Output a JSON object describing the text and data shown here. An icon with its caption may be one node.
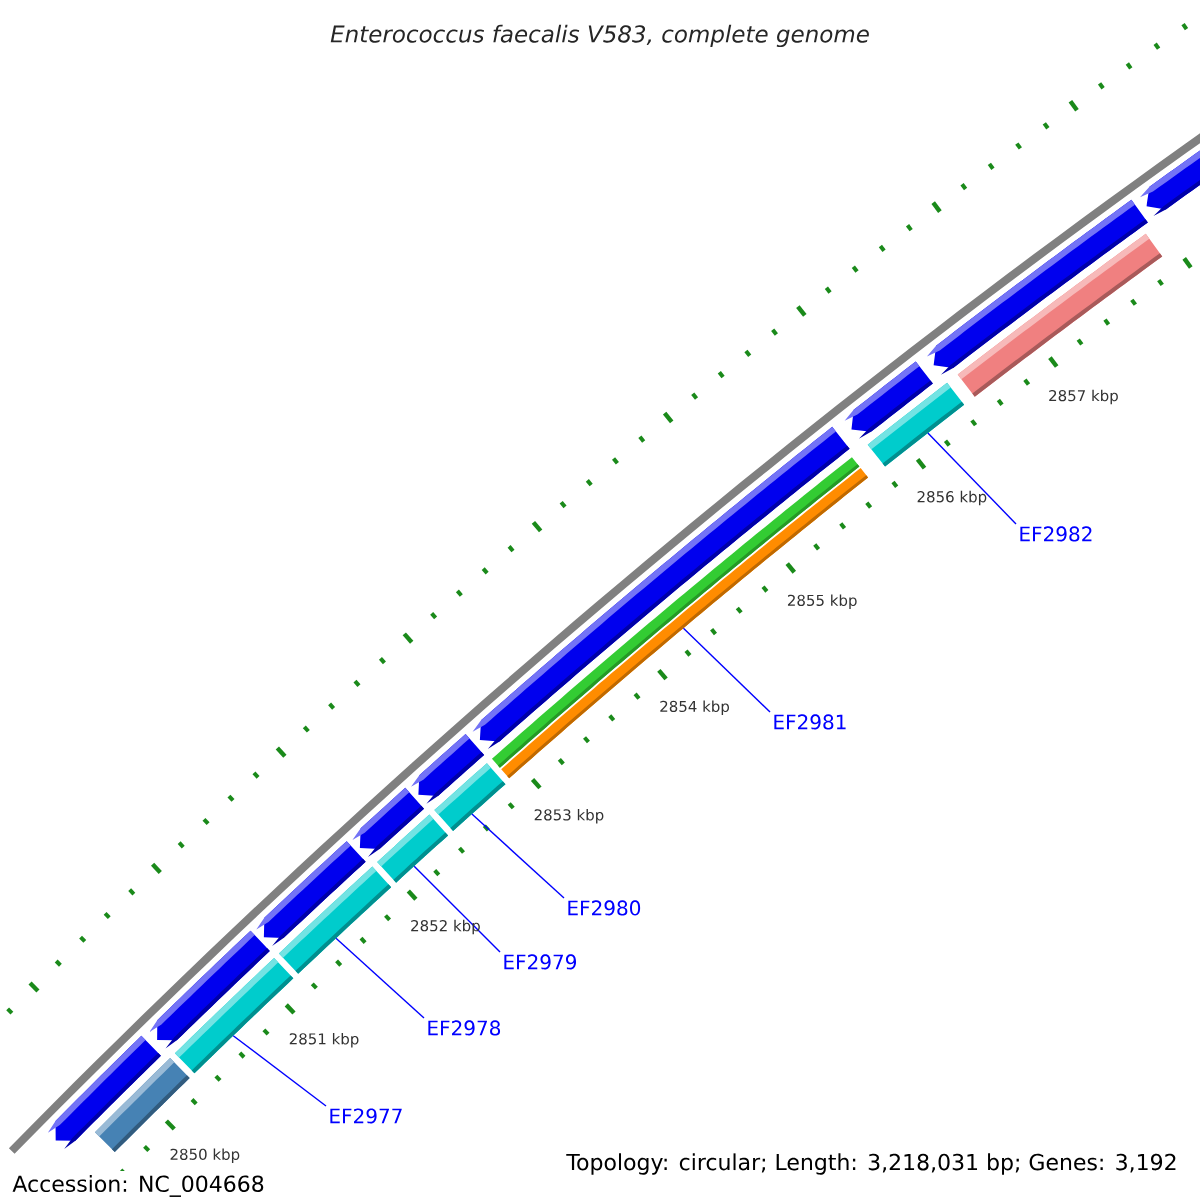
{
  "diagram": {
    "title": "Enterococcus faecalis V583, complete genome",
    "nodes": [
      {
        "text": [
          "EF2982"
        ]
      },
      {
        "text": [
          "EF2981"
        ]
      },
      {
        "text": [
          "EF2980"
        ]
      },
      {
        "text": [
          "EF2979"
        ]
      },
      {
        "text": [
          "EF2978"
        ]
      },
      {
        "text": [
          "EF2977"
        ]
      },
      {
        "text": [],
        "shape": "arrow"
      },
      {
        "text": [],
        "shape": "arrow"
      },
      {
        "text": [],
        "shape": "arrow"
      },
      {
        "text": [],
        "shape": "arrow"
      },
      {
        "text": [],
        "shape": "arrow"
      },
      {
        "text": [],
        "shape": "arrow"
      },
      {
        "text": [],
        "shape": "arrow"
      },
      {
        "text": [],
        "shape": "arrow"
      },
      {
        "text": [],
        "shape": "arrow"
      },
      {
        "text": [],
        "shape": "bar"
      },
      {
        "text": [],
        "shape": "bar"
      },
      {
        "text": [],
        "shape": "bar"
      },
      {
        "text": [],
        "shape": "bar"
      },
      {
        "text": [],
        "shape": "bar"
      },
      {
        "text": [],
        "shape": "bar"
      },
      {
        "text": [],
        "shape": "bar"
      },
      {
        "text": [],
        "shape": "bar"
      }
    ],
    "edges": [
      {
        "from": 0,
        "to": 21,
        "arrow": "none"
      },
      {
        "from": 1,
        "to": 20,
        "arrow": "none"
      },
      {
        "from": 2,
        "to": 19,
        "arrow": "none"
      },
      {
        "from": 3,
        "to": 18,
        "arrow": "none"
      },
      {
        "from": 4,
        "to": 17,
        "arrow": "none"
      },
      {
        "from": 5,
        "to": 16,
        "arrow": "none"
      }
    ],
    "labels": [
      "2857 kbp",
      "2856 kbp",
      "2855 kbp",
      "2854 kbp",
      "2853 kbp",
      "2852 kbp",
      "2851 kbp",
      "2850 kbp",
      "Accession: NC_004668",
      "Topology: circular; Length: 3,218,031 bp; Genes: 3,192"
    ]
  }
}
